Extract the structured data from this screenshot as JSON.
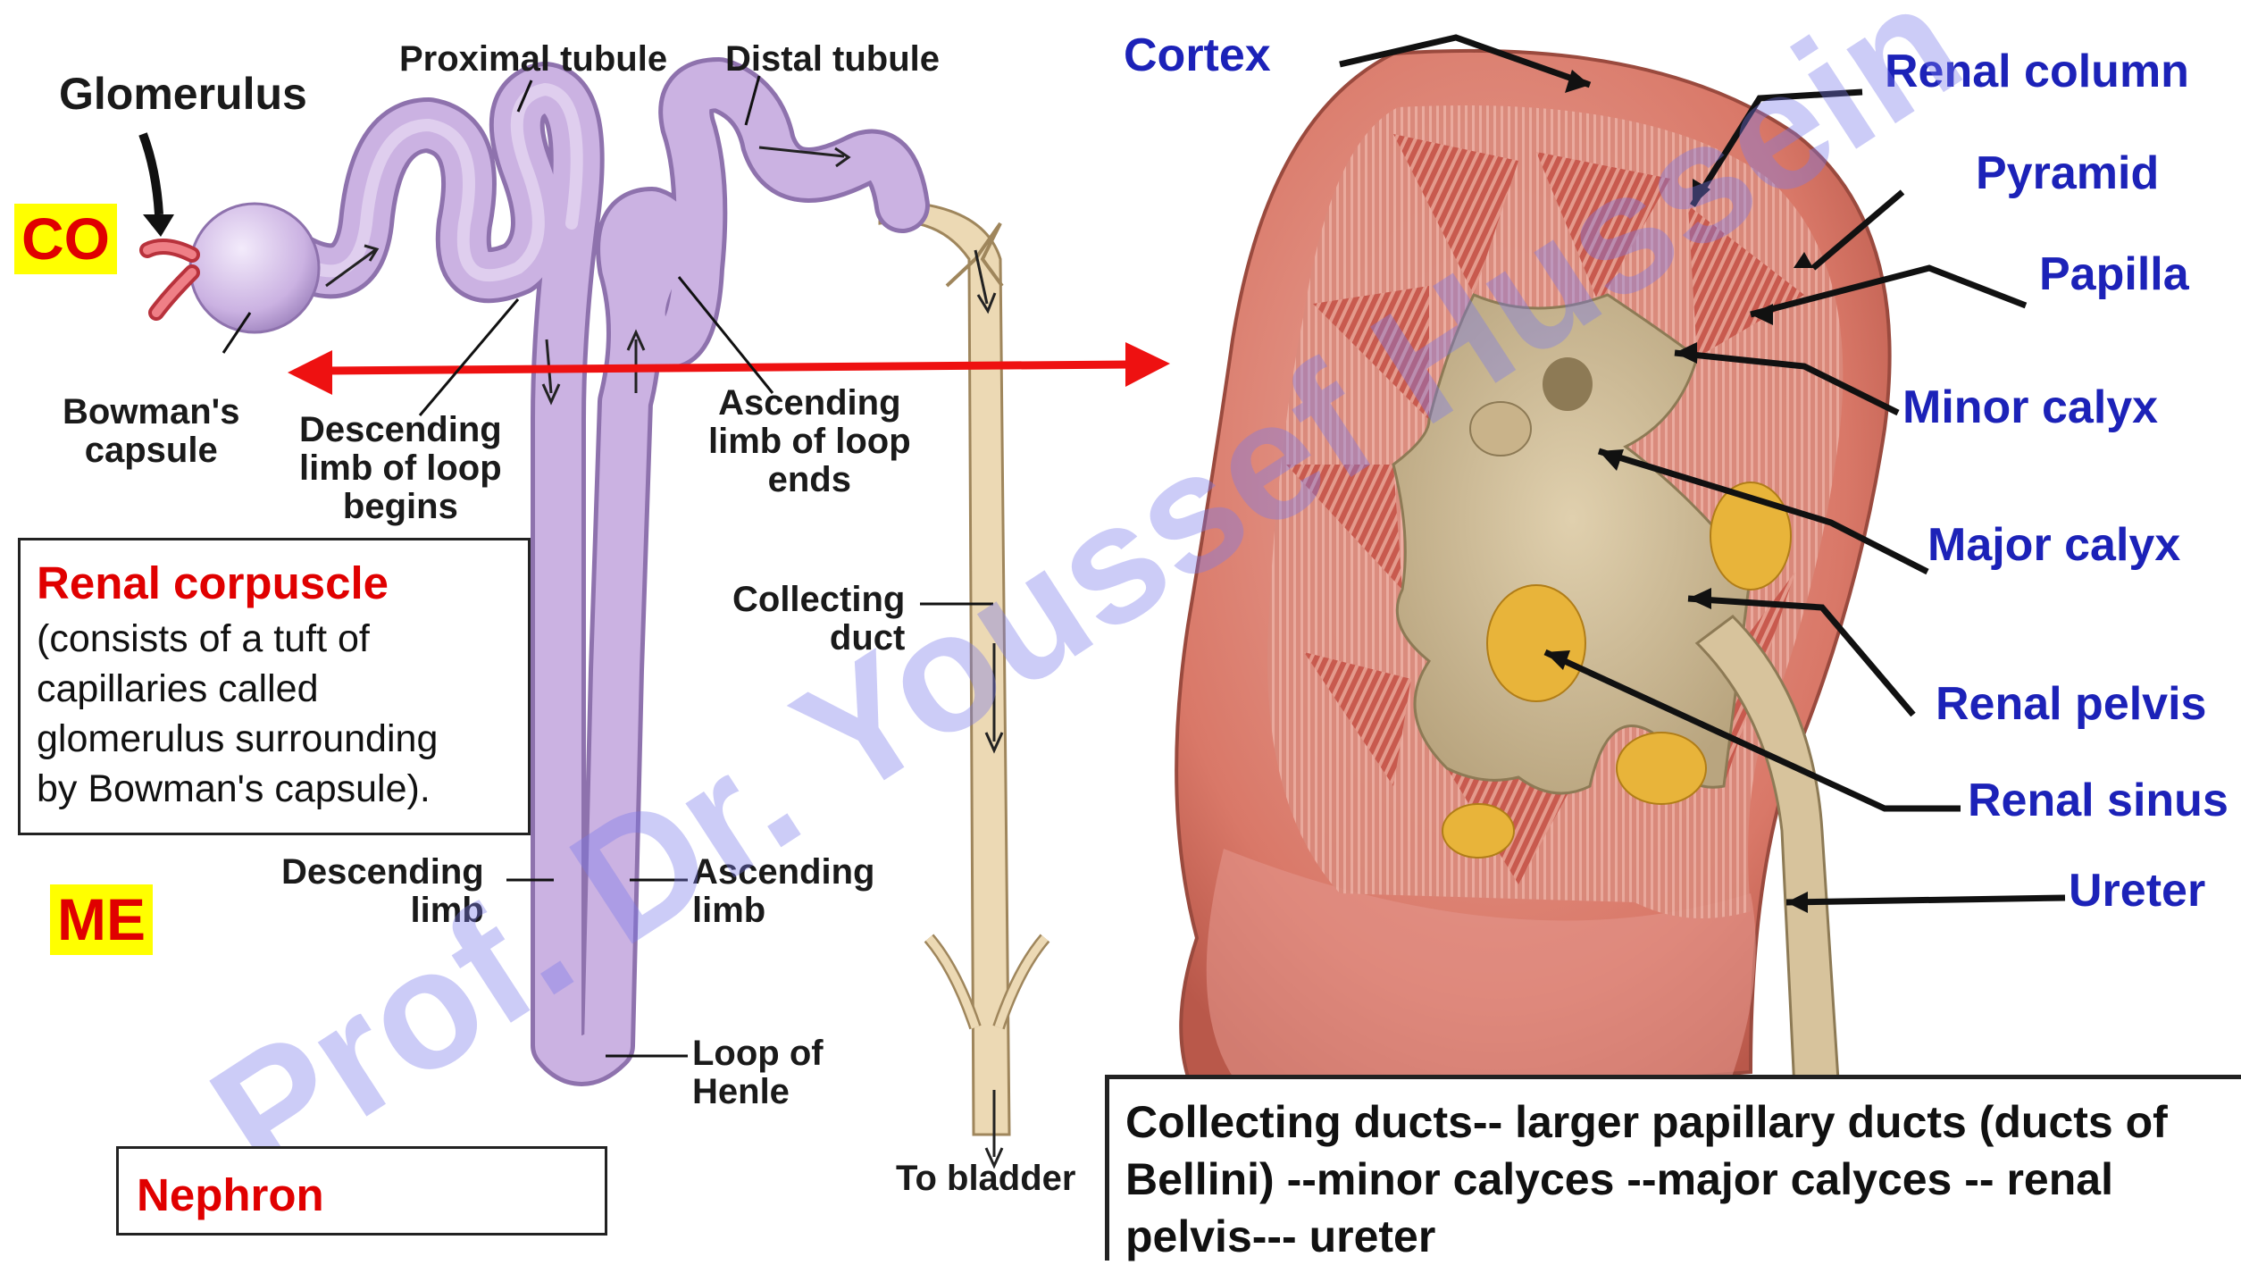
{
  "nephron_labels": {
    "glomerulus": "Glomerulus",
    "proximal_tubule": "Proximal tubule",
    "distal_tubule": "Distal tubule",
    "bowmans_capsule_l1": "Bowman's",
    "bowmans_capsule_l2": "capsule",
    "desc_loop_begins_l1": "Descending",
    "desc_loop_begins_l2": "limb of loop",
    "desc_loop_begins_l3": "begins",
    "asc_loop_ends_l1": "Ascending",
    "asc_loop_ends_l2": "limb of loop",
    "asc_loop_ends_l3": "ends",
    "collecting_duct_l1": "Collecting",
    "collecting_duct_l2": "duct",
    "descending_limb_l1": "Descending",
    "descending_limb_l2": "limb",
    "ascending_limb_l1": "Ascending",
    "ascending_limb_l2": "limb",
    "loop_henle_l1": "Loop of",
    "loop_henle_l2": "Henle",
    "to_bladder": "To bladder"
  },
  "region_tags": {
    "cortex": "CO",
    "medulla": "ME"
  },
  "kidney_labels": {
    "cortex": "Cortex",
    "renal_column": "Renal column",
    "pyramid": "Pyramid",
    "papilla": "Papilla",
    "minor_calyx": "Minor calyx",
    "major_calyx": "Major calyx",
    "renal_pelvis": "Renal pelvis",
    "renal_sinus": "Renal sinus",
    "ureter": "Ureter"
  },
  "renal_corpuscle_box": {
    "title": "Renal corpuscle",
    "line1": "(consists of a tuft of",
    "line2": "capillaries called",
    "line3": "glomerulus surrounding",
    "line4": "by Bowman's capsule)."
  },
  "nephron_box": {
    "title": "Nephron"
  },
  "drainage_box": {
    "line1": "Collecting ducts-- larger papillary ducts (ducts of",
    "line2": "Bellini) --minor calyces --major calyces -- renal",
    "line3": "pelvis--- ureter"
  },
  "watermark": "Prof. Dr. Youssef Hussein",
  "colors": {
    "label_blue": "#1c22b8",
    "title_red": "#e00000",
    "tag_yellow": "#ffff00",
    "tubule_purple": "#c9aee0",
    "duct_tan": "#ecd9b4",
    "arrow_red": "#ee1111",
    "kidney_cortex": "#d8786a"
  }
}
